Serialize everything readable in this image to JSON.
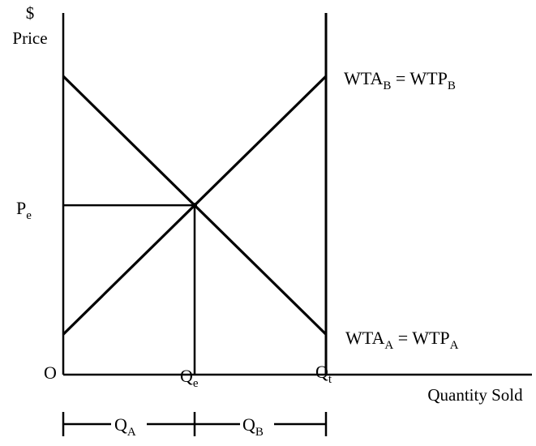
{
  "chart_data": {
    "type": "line",
    "title": "",
    "ylabel_symbol": "$",
    "ylabel": "Price",
    "xlabel": "Quantity Sold",
    "origin_label": "O",
    "xlim": [
      0,
      100
    ],
    "ylim": [
      0,
      100
    ],
    "grid": false,
    "series": [
      {
        "name_main": "WTA",
        "name_sub": "B",
        "name_eq": " = ",
        "name_main2": "WTP",
        "name_sub2": "B",
        "x": [
          0,
          100
        ],
        "y": [
          13.5,
          100
        ]
      },
      {
        "name_main": "WTA",
        "name_sub": "A",
        "name_eq": " = ",
        "name_main2": "WTP",
        "name_sub2": "A",
        "x": [
          0,
          100
        ],
        "y": [
          100,
          13.5
        ]
      }
    ],
    "equilibrium": {
      "x": 50,
      "y": 56.75
    },
    "total_quantity_x": 100,
    "price_label": {
      "main": "P",
      "sub": "e"
    },
    "quantity_eq_label": {
      "main": "Q",
      "sub": "e"
    },
    "quantity_total_label": {
      "main": "Q",
      "sub": "t"
    },
    "bracket_a_label": {
      "main": "Q",
      "sub": "A"
    },
    "bracket_b_label": {
      "main": "Q",
      "sub": "B"
    }
  }
}
